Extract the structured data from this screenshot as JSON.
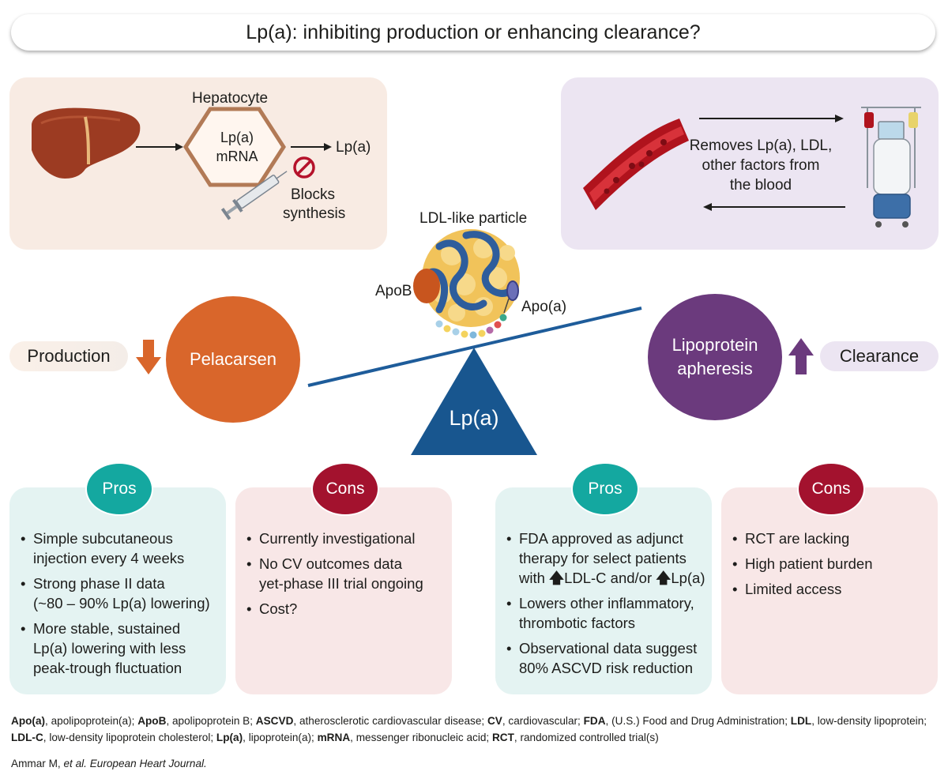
{
  "title": "Lp(a): inhibiting production or enhancing clearance?",
  "left_panel": {
    "hepatocyte_label": "Hepatocyte",
    "hex_line1": "Lp(a)",
    "hex_line2": "mRNA",
    "output_label": "Lp(a)",
    "blocks_line1": "Blocks",
    "blocks_line2": "synthesis"
  },
  "right_panel": {
    "line1": "Removes Lp(a), LDL,",
    "line2": "other factors from",
    "line3": "the blood"
  },
  "particle": {
    "title": "LDL-like particle",
    "apob_label": "ApoB",
    "apoa_label": "Apo(a)"
  },
  "fulcrum_label": "Lp(a)",
  "production": {
    "label": "Production",
    "drug": "Pelacarsen",
    "color": "#d9662b"
  },
  "clearance": {
    "label": "Clearance",
    "therapy_line1": "Lipoprotein",
    "therapy_line2": "apheresis",
    "color": "#6b3a7d"
  },
  "boxes": [
    {
      "badge": "Pros",
      "items": [
        [
          "Simple subcutaneous",
          "injection every 4 weeks"
        ],
        [
          "Strong phase II data",
          "(~80 – 90% Lp(a) lowering)"
        ],
        [
          "More stable, sustained",
          "Lp(a) lowering with less",
          "peak-trough fluctuation"
        ]
      ]
    },
    {
      "badge": "Cons",
      "items": [
        [
          "Currently investigational"
        ],
        [
          "No CV outcomes data",
          "yet-phase III trial ongoing"
        ],
        [
          "Cost?"
        ]
      ]
    },
    {
      "badge": "Pros",
      "items": [
        [
          "FDA approved as adjunct",
          "therapy for select patients"
        ],
        [
          "Lowers other inflammatory,",
          "thrombotic factors"
        ],
        [
          "Observational data suggest",
          "80% ASCVD risk reduction"
        ]
      ],
      "special_line": {
        "prefix": "with",
        "part1": "LDL-C and/or",
        "part2": "Lp(a)"
      }
    },
    {
      "badge": "Cons",
      "items": [
        [
          "RCT are lacking"
        ],
        [
          "High patient burden"
        ],
        [
          "Limited access"
        ]
      ]
    }
  ],
  "footnote": {
    "abbreviations": [
      {
        "term": "Apo(a)",
        "def": "apolipoprotein(a)"
      },
      {
        "term": "ApoB",
        "def": "apolipoprotein B"
      },
      {
        "term": "ASCVD",
        "def": "atherosclerotic cardiovascular disease"
      },
      {
        "term": "CV",
        "def": "cardiovascular"
      },
      {
        "term": "FDA",
        "def": "(U.S.) Food and Drug Administration"
      },
      {
        "term": "LDL",
        "def": "low-density lipoprotein"
      },
      {
        "term": "LDL-C",
        "def": "low-density lipoprotein cholesterol"
      },
      {
        "term": "Lp(a)",
        "def": "lipoprotein(a)"
      },
      {
        "term": "mRNA",
        "def": "messenger ribonucleic acid"
      },
      {
        "term": "RCT",
        "def": "randomized controlled trial(s)"
      }
    ],
    "citation_authors": "Ammar M,",
    "citation_journal": "et al. European Heart Journal."
  },
  "colors": {
    "pros": "#14a8a0",
    "cons": "#a3122e",
    "pros_box": "#e4f3f2",
    "cons_box": "#f8e7e7",
    "beam": "#1e5c9a",
    "fulcrum": "#18568f"
  },
  "icons": [
    "liver-icon",
    "hexagon-icon",
    "no-symbol-icon",
    "syringe-icon",
    "blood-vessel-icon",
    "apheresis-machine-icon",
    "arrow-down-icon",
    "arrow-up-icon",
    "lipoprotein-particle-icon"
  ]
}
